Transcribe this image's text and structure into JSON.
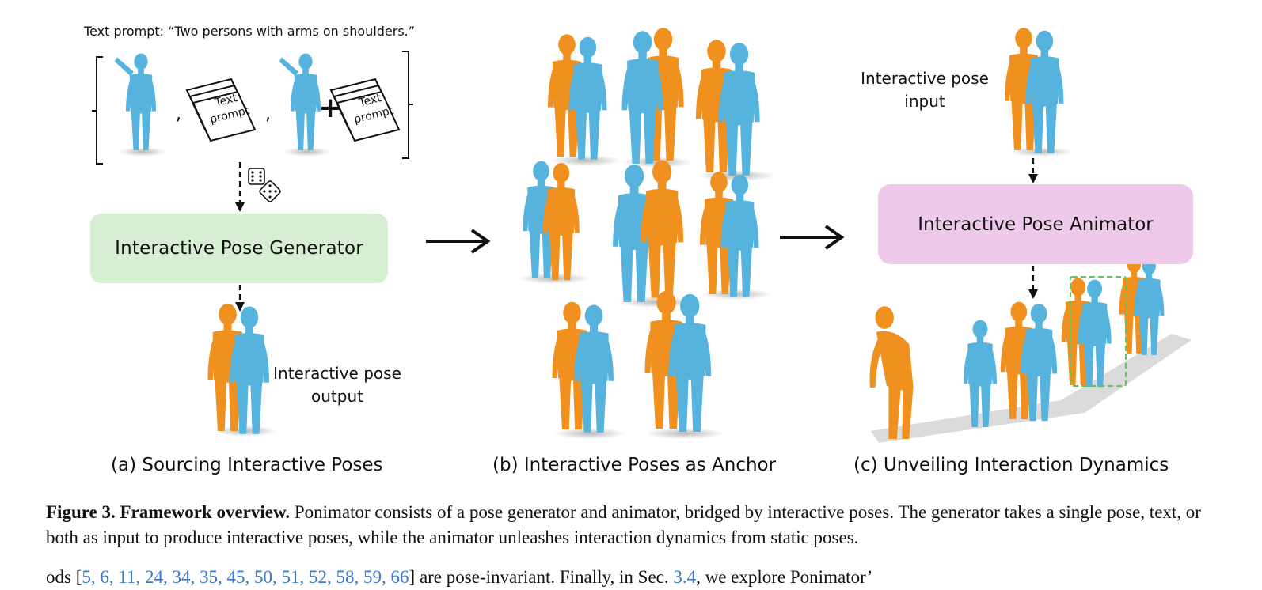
{
  "text_prompt": "Text prompt: “Two persons with arms on shoulders.”",
  "input_tokens": {
    "text_doc_label_1": "Text",
    "text_doc_label_2": "prompt",
    "comma": ",",
    "plus": "+"
  },
  "generator_label": "Interactive Pose Generator",
  "animator_label": "Interactive Pose Animator",
  "output_label": {
    "line1": "Interactive pose",
    "line2": "output"
  },
  "input_label": {
    "line1": "Interactive pose",
    "line2": "input"
  },
  "panel_captions": {
    "a": "(a) Sourcing Interactive Poses",
    "b": "(b) Interactive Poses as Anchor",
    "c": "(c) Unveiling Interaction Dynamics"
  },
  "figure_caption": {
    "label": "Figure 3.",
    "title": "Framework overview.",
    "body": "Ponimator consists of a pose generator and animator, bridged by interactive poses. The generator takes a single pose, text, or both as input to produce interactive poses, while the animator unleashes interaction dynamics from static poses."
  },
  "cutoff_line": {
    "prefix": "ods [",
    "refs": "5, 6, 11, 24, 34, 35, 45, 50, 51, 52, 58, 59, 66",
    "middle": "] are pose-invariant. Finally, in Sec.",
    "sec_ref": "3.4",
    "suffix": ", we explore Ponimator’"
  },
  "colors": {
    "orange_figure": "#f0901e",
    "blue_figure": "#55b3de",
    "generator_box": "#d6efd2",
    "animator_box": "#efc9ea",
    "highlight_box": "#5cc95c",
    "reference_link": "#3a78c9"
  }
}
